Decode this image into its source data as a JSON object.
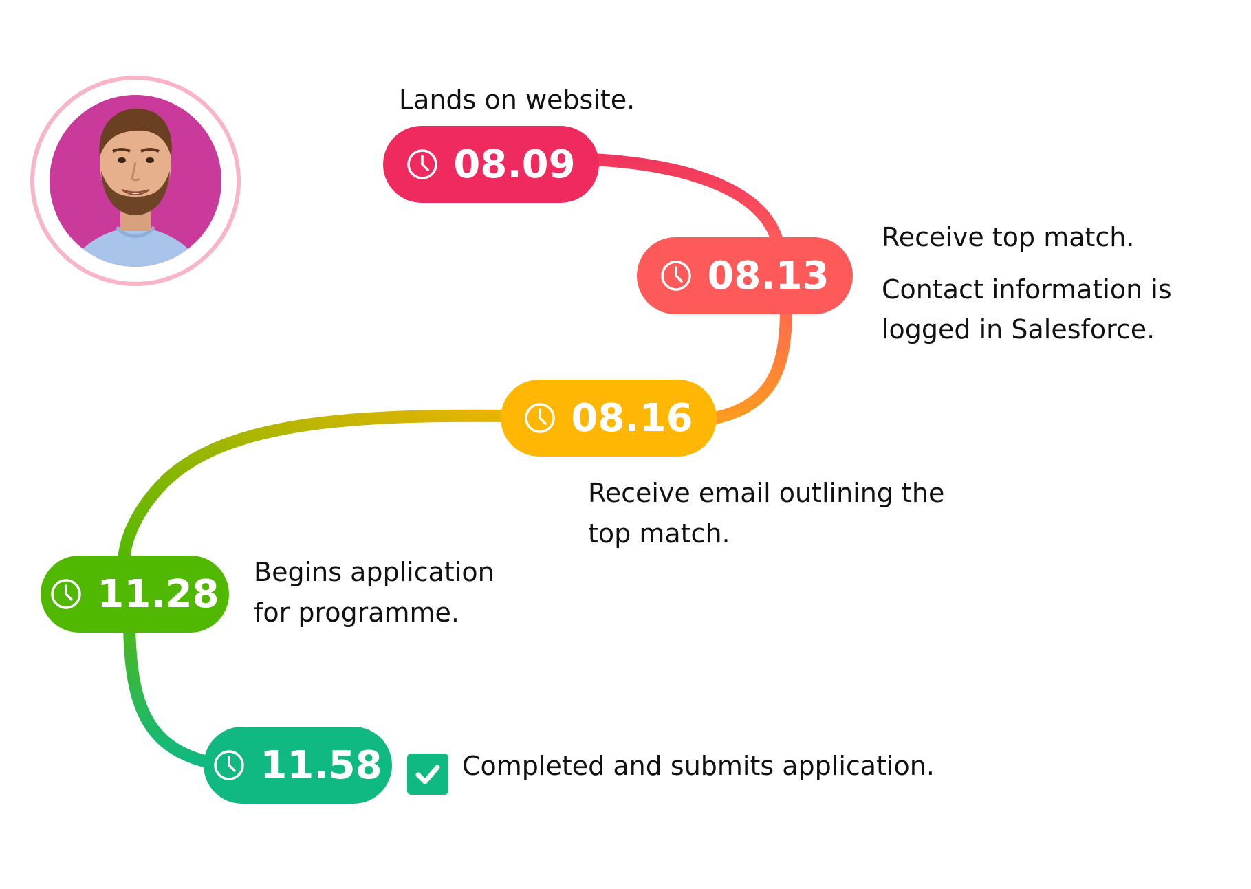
{
  "timeline": {
    "steps": [
      {
        "time": "08.09",
        "color": "#ee2a5e",
        "text": [
          "Lands on website."
        ]
      },
      {
        "time": "08.13",
        "color": "#ff5a5a",
        "text": [
          "Receive top match.",
          "Contact information is logged in Salesforce."
        ]
      },
      {
        "time": "08.16",
        "color": "#ffb703",
        "text": [
          "Receive email outlining the top match."
        ]
      },
      {
        "time": "11.28",
        "color": "#50b800",
        "text": [
          "Begins application for programme."
        ]
      },
      {
        "time": "11.58",
        "color": "#0fb981",
        "text": [
          "Completed and submits application."
        ]
      }
    ],
    "labels": {
      "s1": "Lands on website.",
      "s2a": "Receive top match.",
      "s2b_line1": "Contact information is",
      "s2b_line2": "logged in Salesforce.",
      "s3_line1": "Receive email outlining the",
      "s3_line2": "top match.",
      "s4_line1": "Begins application",
      "s4_line2": "for programme.",
      "s5": "Completed and submits application."
    },
    "avatar": {
      "ring_color": "#f9b4c8",
      "bg_color": "#c93a9b",
      "icon": "person-photo"
    },
    "complete_icon": "checkmark-icon"
  }
}
